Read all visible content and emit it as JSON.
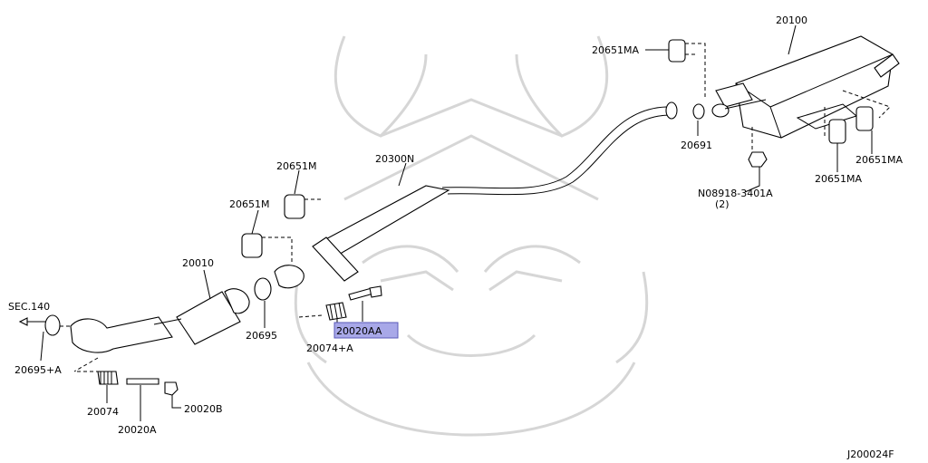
{
  "diagram": {
    "labels": {
      "p20100": "20100",
      "p20651MA_top": "20651MA",
      "p20691": "20691",
      "p08918": "N08918-3401A",
      "p08918_qty": "(2)",
      "p20651MA_right": "20651MA",
      "p20651MA_mid": "20651MA",
      "p20300N": "20300N",
      "p20651M_a": "20651M",
      "p20651M_b": "20651M",
      "p20010": "20010",
      "p20695": "20695",
      "p20020AA": "20020AA",
      "p20074A": "20074+A",
      "sec140": "SEC.140",
      "p20695A": "20695+A",
      "p20074": "20074",
      "p20020A": "20020A",
      "p20020B": "20020B",
      "code": "J200024F"
    },
    "highlight_color": "#a8a8e8"
  }
}
